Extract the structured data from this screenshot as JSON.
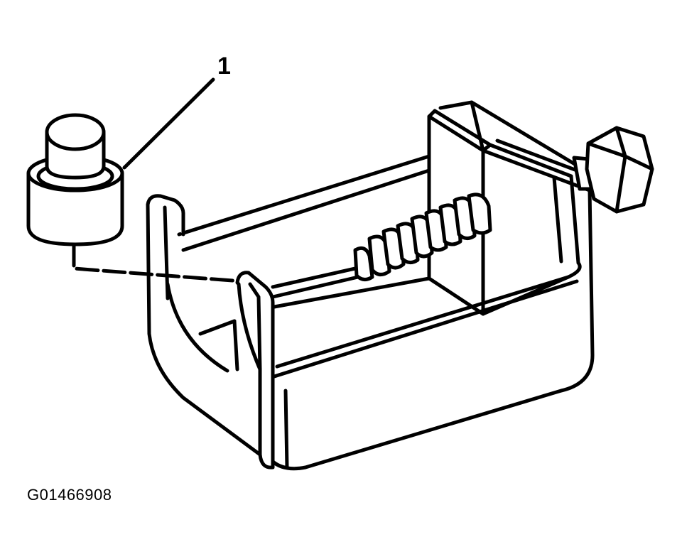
{
  "figure": {
    "callout_label": "1",
    "figure_id": "G01466908"
  },
  "parts": [
    {
      "name": "adapter",
      "icon": "stepped-adapter-icon"
    },
    {
      "name": "press-frame",
      "icon": "c-clamp-press-icon"
    },
    {
      "name": "forcing-screw",
      "icon": "threaded-screw-icon"
    },
    {
      "name": "hex-bolt-head",
      "icon": "hex-nut-icon"
    }
  ],
  "colors": {
    "line": "#000000",
    "background": "#ffffff"
  }
}
